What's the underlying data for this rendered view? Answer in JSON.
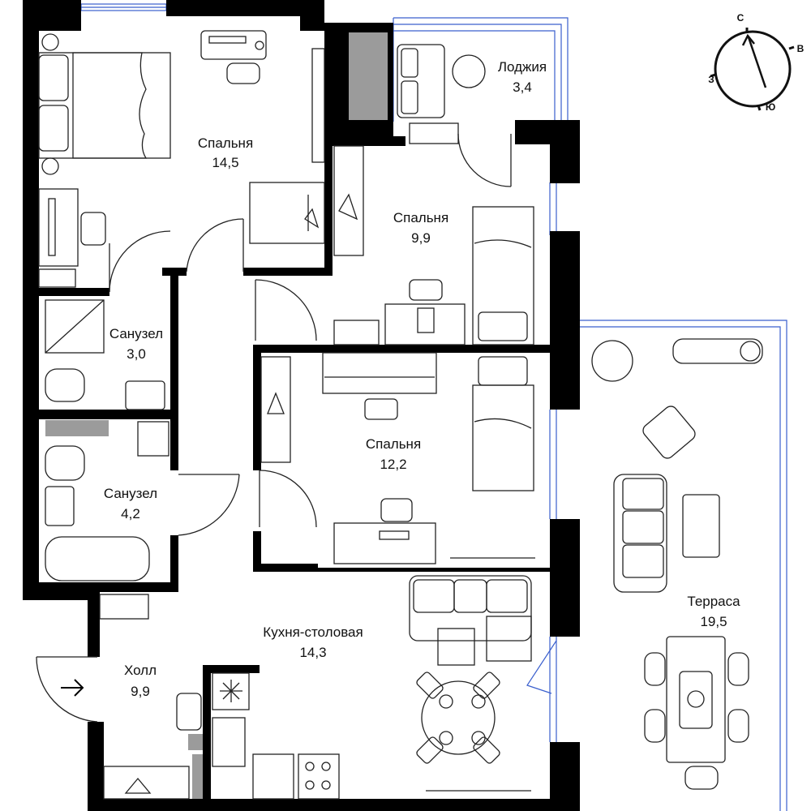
{
  "rooms": [
    {
      "id": "bedroom-1",
      "name": "Спальня",
      "area": "14,5"
    },
    {
      "id": "loggia",
      "name": "Лоджия",
      "area": "3,4"
    },
    {
      "id": "bedroom-2",
      "name": "Спальня",
      "area": "9,9"
    },
    {
      "id": "bathroom-1",
      "name": "Санузел",
      "area": "3,0"
    },
    {
      "id": "bedroom-3",
      "name": "Спальня",
      "area": "12,2"
    },
    {
      "id": "bathroom-2",
      "name": "Санузел",
      "area": "4,2"
    },
    {
      "id": "kitchen",
      "name": "Кухня-столовая",
      "area": "14,3"
    },
    {
      "id": "hall",
      "name": "Холл",
      "area": "9,9"
    },
    {
      "id": "terrace",
      "name": "Терраса",
      "area": "19,5"
    }
  ],
  "compass": {
    "north": "С",
    "east": "В",
    "south": "Ю",
    "west": "З"
  },
  "colors": {
    "wall": "#000000",
    "window": "#3a5fcd",
    "shaft": "#9b9b9b",
    "line": "#222222"
  },
  "icons": {
    "entrance": "arrow-right-icon",
    "compass": "compass-icon",
    "freezer": "snowflake-icon"
  }
}
